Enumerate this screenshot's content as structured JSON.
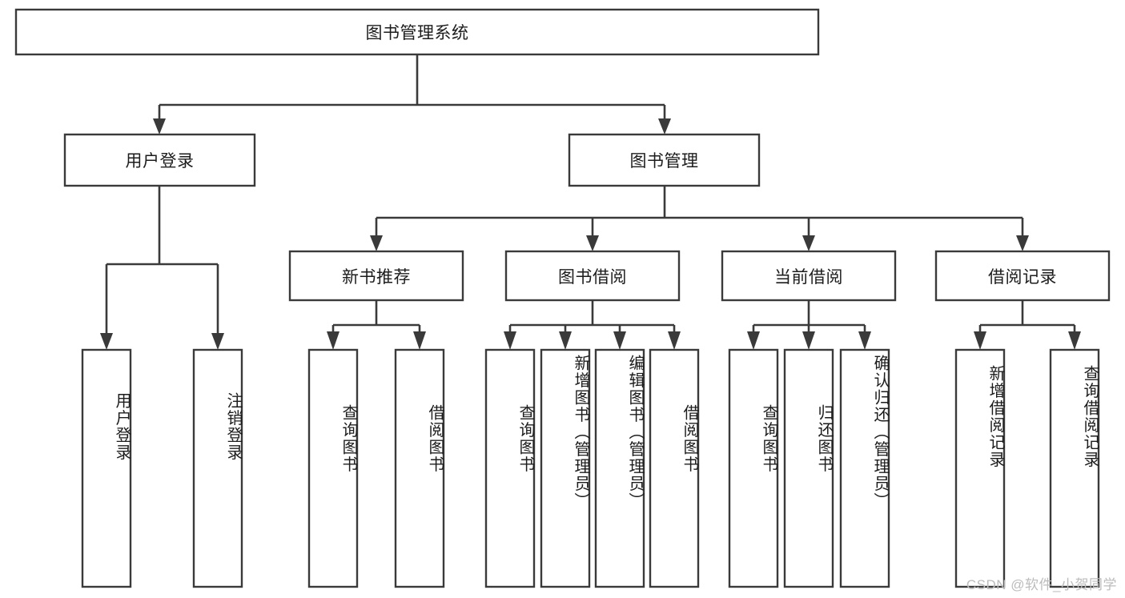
{
  "diagram": {
    "type": "tree",
    "title": "图书管理系统",
    "watermark": "CSDN @软件_小贺同学",
    "colors": {
      "stroke": "#3a3a3a",
      "fill": "#ffffff",
      "text": "#1c1c1c",
      "watermark": "#bcbcbc"
    },
    "root": {
      "label": "图书管理系统"
    },
    "level2": [
      {
        "label": "用户登录"
      },
      {
        "label": "图书管理"
      }
    ],
    "level3": [
      {
        "label": "新书推荐"
      },
      {
        "label": "图书借阅"
      },
      {
        "label": "当前借阅"
      },
      {
        "label": "借阅记录"
      }
    ],
    "leaves": {
      "user_login": [
        {
          "label": "用户登录"
        },
        {
          "label": "注销登录"
        }
      ],
      "new_book_recommend": [
        {
          "label": "查询图书"
        },
        {
          "label": "借阅图书"
        }
      ],
      "book_borrow": [
        {
          "label": "查询图书"
        },
        {
          "label": "新增图书（管理员）"
        },
        {
          "label": "编辑图书（管理员）"
        },
        {
          "label": "借阅图书"
        }
      ],
      "current_borrow": [
        {
          "label": "查询图书"
        },
        {
          "label": "归还图书"
        },
        {
          "label": "确认归还（管理员）"
        }
      ],
      "borrow_record": [
        {
          "label": "新增借阅记录"
        },
        {
          "label": "查询借阅记录"
        }
      ]
    }
  }
}
